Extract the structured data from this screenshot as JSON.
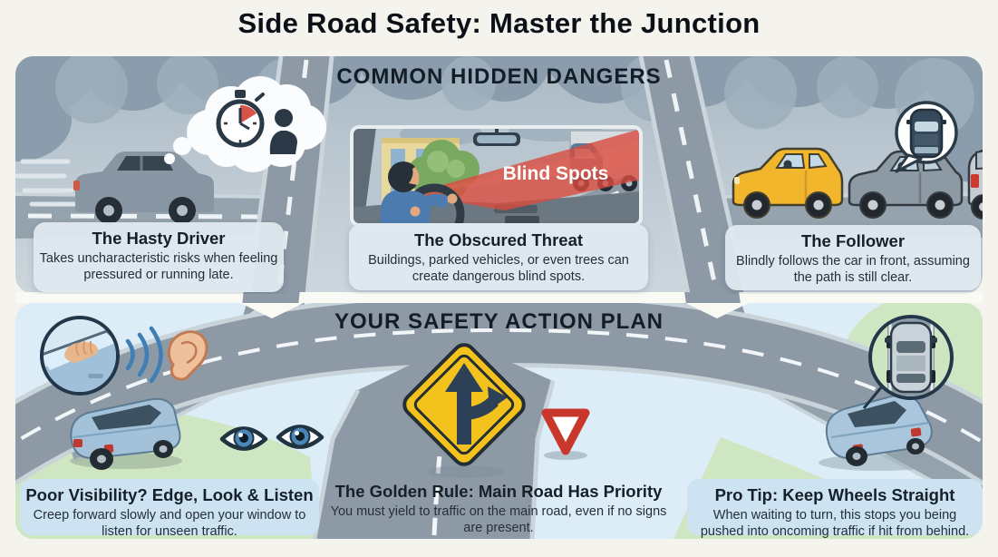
{
  "title": "Side Road Safety: Master the Junction",
  "sections": {
    "dangers": {
      "header": "COMMON HIDDEN DANGERS",
      "items": [
        {
          "title": "The Hasty Driver",
          "body": "Takes uncharacteristic risks when feeling pressured or running late."
        },
        {
          "title": "The Obscured Threat",
          "body": "Buildings, parked vehicles, or even trees can create dangerous blind spots."
        },
        {
          "title": "The Follower",
          "body": "Blindly follows the car in front, assuming the path is still clear."
        }
      ]
    },
    "plan": {
      "header": "YOUR SAFETY ACTION PLAN",
      "items": [
        {
          "title": "Poor Visibility? Edge, Look & Listen",
          "body": "Creep forward slowly and open your window to listen for unseen traffic."
        },
        {
          "title": "The Golden Rule: Main Road Has Priority",
          "body": "You must yield to traffic on the main road, even if no signs are present."
        },
        {
          "title": "Pro Tip: Keep Wheels Straight",
          "body": "When waiting to turn, this stops you being pushed into oncoming traffic if hit from behind."
        }
      ]
    }
  },
  "labels": {
    "blind_spots": "Blind Spots"
  },
  "icons": {
    "stopwatch-icon": "svg-shape",
    "thought-bubble": "svg-shape",
    "speech-bubble": "svg-shape",
    "top-view-car-icon": "svg-shape",
    "sound-waves-icon": "svg-shape",
    "ear-icon": "svg-shape",
    "watching-eyes-icon": "svg-shape",
    "junction-warning-sign": "svg-shape",
    "yield-sign": "svg-shape",
    "hand-icon": "svg-shape"
  },
  "colors": {
    "page_bg": "#f4f3ee",
    "storm_sky": "#b7c3cc",
    "cloud": "#8b9dac",
    "road": "#8d9aa6",
    "road_marking": "#f2f6f8",
    "danger_caption_bg": "#e0e9f0",
    "plan_bg": "#dcedf7",
    "plan_caption_bg": "#cde3f1",
    "grass": "#cfe6c2",
    "sign_yellow": "#f4c21d",
    "sign_arrow_navy": "#2c4157",
    "yield_red": "#c9372c",
    "blind_spot_red": "#d84b3f",
    "follower_car_yellow": "#f2b62d",
    "safety_car_blue": "#a3c2da",
    "ink": "#15202a"
  }
}
